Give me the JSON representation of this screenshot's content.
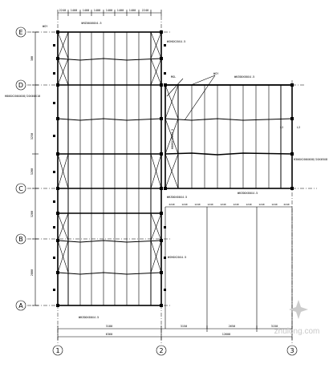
{
  "grid_rows": [
    {
      "label": "E"
    },
    {
      "label": "D"
    },
    {
      "label": "C"
    },
    {
      "label": "B"
    },
    {
      "label": "A"
    }
  ],
  "grid_columns": [
    {
      "label": "1"
    },
    {
      "label": "2"
    },
    {
      "label": "3"
    }
  ],
  "top_dimensions": [
    "2240",
    "1400",
    "1400",
    "1400",
    "1400",
    "1400",
    "1400",
    "2240"
  ],
  "top_beam_label": "WHZ00X60X4.5",
  "left_dimensions": [
    "300",
    "3250",
    "3200",
    "3200",
    "2800"
  ],
  "left_labels": [
    "WGY",
    "H800X200X6X8/20X60X10"
  ],
  "col2_labels": {
    "upper": "WSH0X20X4.5",
    "mid": "H800X200X4.5",
    "lower": "WSH0X20X4.5",
    "mgl": "MGL"
  },
  "right_block_labels": {
    "wgy": "WGY",
    "beam": "WHZ00X60X4.5",
    "side": "H300X200X6X8/20X65X8",
    "bottom_left": "WHZ00X60X4.5",
    "bottom_right": "WHZ00X60X4.5",
    "marks": [
      "L2",
      "L2"
    ]
  },
  "right_bottom_dimensions": [
    "2240",
    "1240",
    "1240",
    "1240",
    "1240",
    "1240",
    "1240",
    "1240",
    "1240",
    "2240"
  ],
  "bottom_labels": {
    "beam": "WHZ00X60X4.5",
    "span_left": "3180",
    "span_right1": "3150",
    "span_right2": "2650",
    "span_right3": "3150",
    "total_left": "6360",
    "total_right": "12600"
  },
  "watermark": "zhulong.com"
}
